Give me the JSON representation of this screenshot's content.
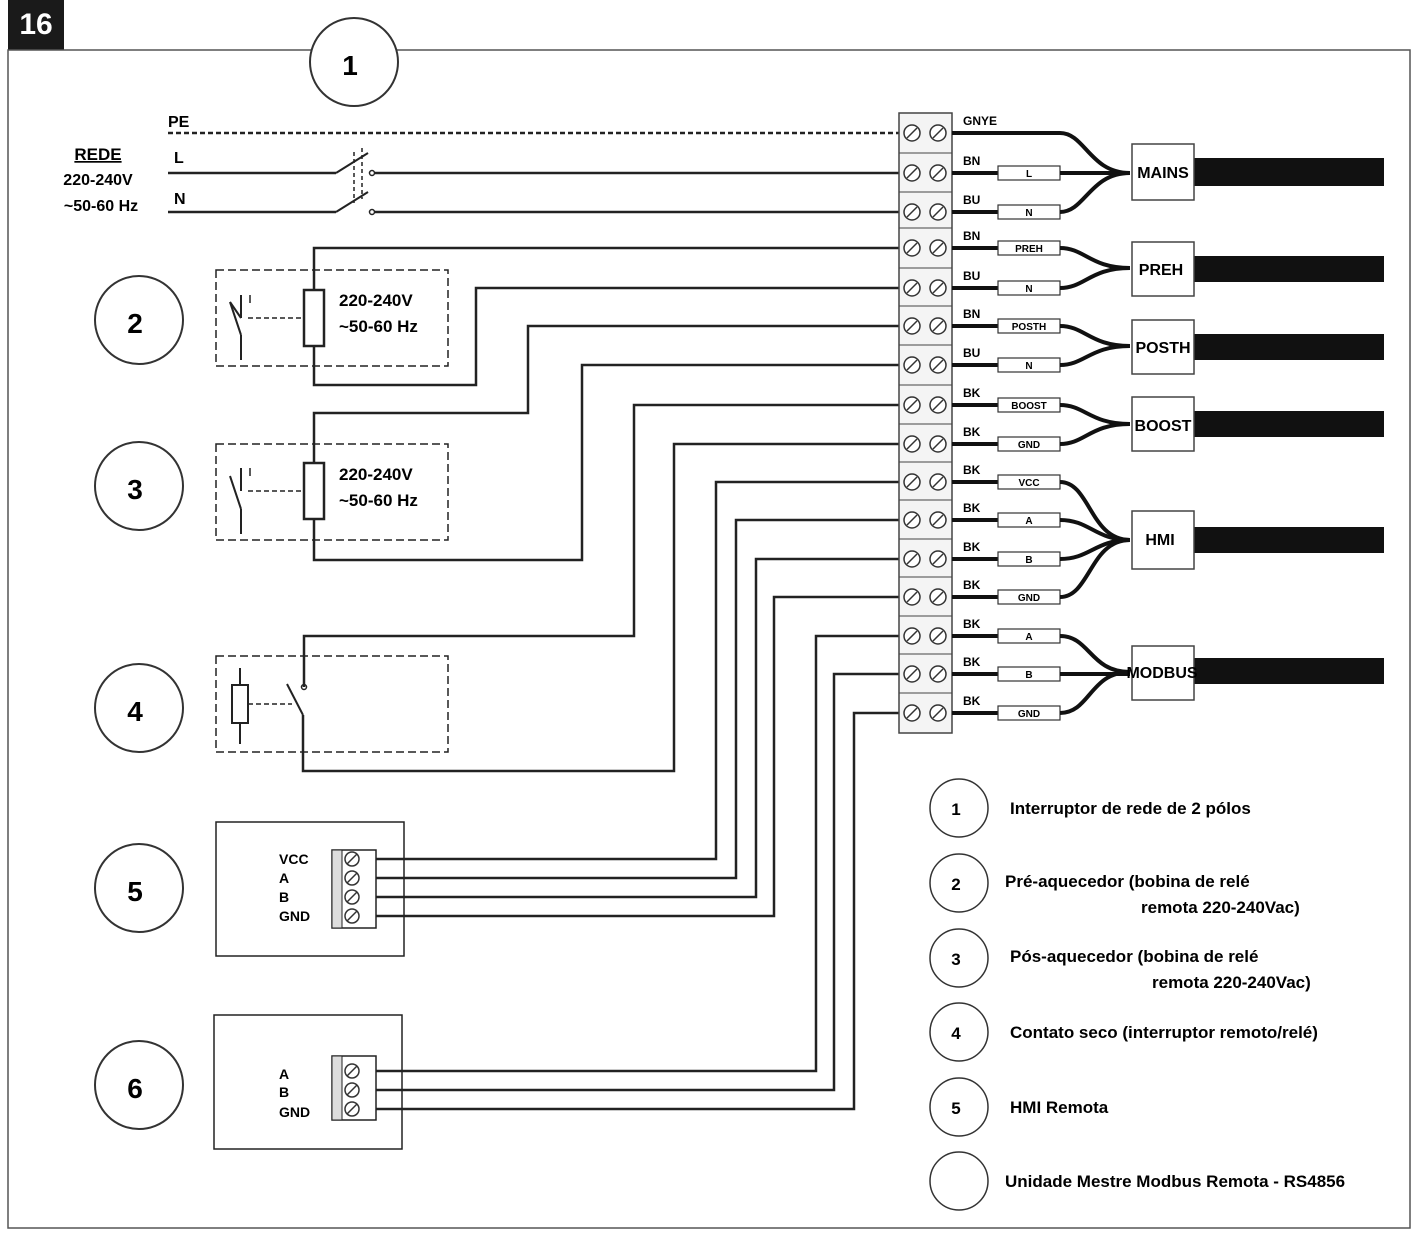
{
  "figure_number": "16",
  "supply": {
    "pe": "PE",
    "rede": "REDE",
    "voltage": "220-240V",
    "frequency": "~50-60 Hz",
    "l": "L",
    "n": "N"
  },
  "callouts": [
    "1",
    "2",
    "3",
    "4",
    "5",
    "6"
  ],
  "load_rating": {
    "voltage": "220-240V",
    "frequency": "~50-60 Hz"
  },
  "terminal_rows": [
    {
      "color": "GNYE",
      "tag": ""
    },
    {
      "color": "BN",
      "tag": "L"
    },
    {
      "color": "BU",
      "tag": "N"
    },
    {
      "color": "BN",
      "tag": "PREH"
    },
    {
      "color": "BU",
      "tag": "N"
    },
    {
      "color": "BN",
      "tag": "POSTH"
    },
    {
      "color": "BU",
      "tag": "N"
    },
    {
      "color": "BK",
      "tag": "BOOST"
    },
    {
      "color": "BK",
      "tag": "GND"
    },
    {
      "color": "BK",
      "tag": "VCC"
    },
    {
      "color": "BK",
      "tag": "A"
    },
    {
      "color": "BK",
      "tag": "B"
    },
    {
      "color": "BK",
      "tag": "GND"
    },
    {
      "color": "BK",
      "tag": "A"
    },
    {
      "color": "BK",
      "tag": "B"
    },
    {
      "color": "BK",
      "tag": "GND"
    }
  ],
  "connectors": [
    "MAINS",
    "PREH",
    "POSTH",
    "BOOST",
    "HMI",
    "MODBUS"
  ],
  "hmi_terminals": [
    "VCC",
    "A",
    "B",
    "GND"
  ],
  "modbus_terminals": [
    "A",
    "B",
    "GND"
  ],
  "legend": [
    {
      "num": "1",
      "line1": "Interruptor de rede de 2 pólos",
      "line2": ""
    },
    {
      "num": "2",
      "line1": "Pré-aquecedor (bobina de relé",
      "line2": "remota 220-240Vac)"
    },
    {
      "num": "3",
      "line1": "Pós-aquecedor (bobina de relé",
      "line2": "remota 220-240Vac)"
    },
    {
      "num": "4",
      "line1": "Contato seco (interruptor remoto/relé)",
      "line2": ""
    },
    {
      "num": "5",
      "line1": "HMI Remota",
      "line2": ""
    },
    {
      "num": "",
      "line1": "Unidade Mestre Modbus Remota - RS4856",
      "line2": ""
    }
  ]
}
